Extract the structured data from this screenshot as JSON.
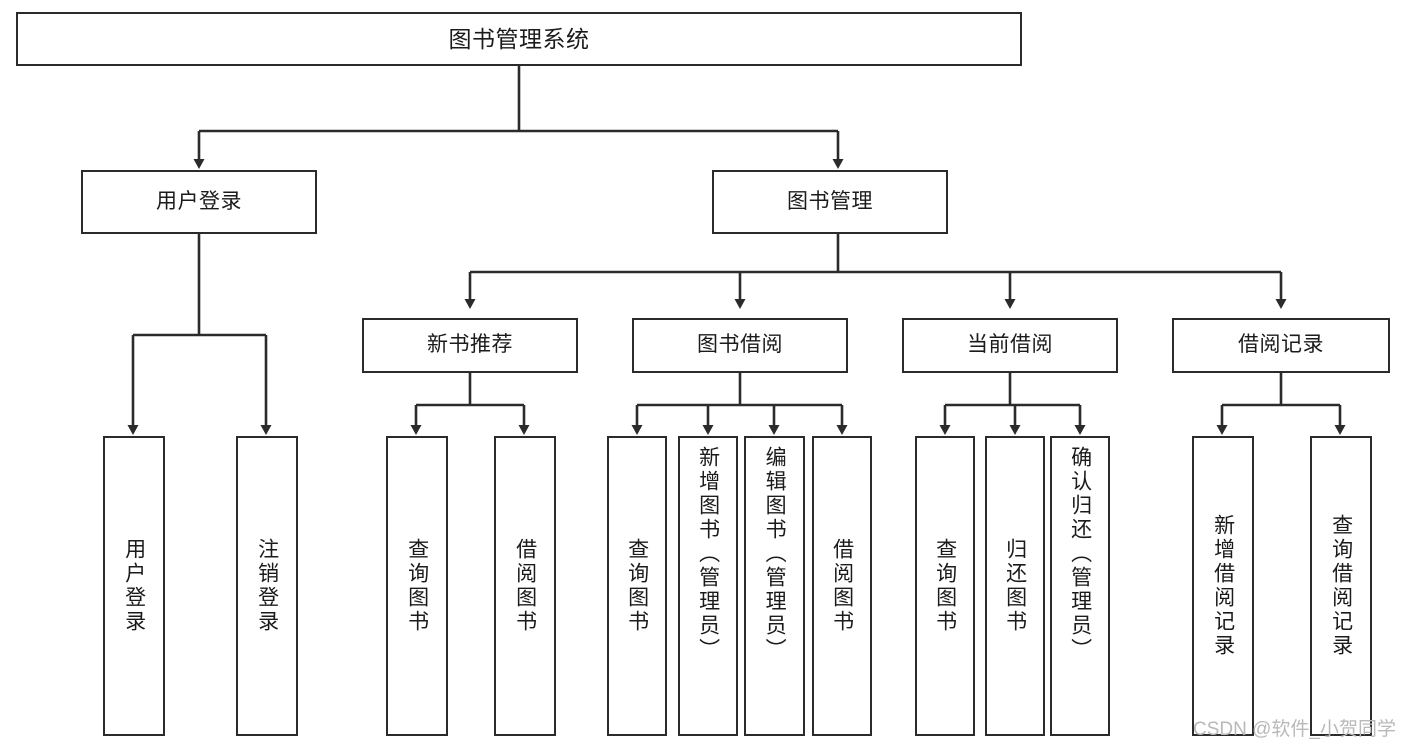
{
  "diagram": {
    "title": "图书管理系统",
    "type": "hierarchy-tree",
    "root": {
      "id": "root",
      "label": "图书管理系统"
    },
    "level2": [
      {
        "id": "user-login",
        "label": "用户登录"
      },
      {
        "id": "book-manage",
        "label": "图书管理"
      }
    ],
    "level3": [
      {
        "id": "new-book-rec",
        "label": "新书推荐",
        "parent": "book-manage"
      },
      {
        "id": "book-borrow",
        "label": "图书借阅",
        "parent": "book-manage"
      },
      {
        "id": "current-borrow",
        "label": "当前借阅",
        "parent": "book-manage"
      },
      {
        "id": "borrow-record",
        "label": "借阅记录",
        "parent": "book-manage"
      }
    ],
    "leaves": [
      {
        "id": "leaf-user-login",
        "label": "用户登录",
        "parent": "user-login"
      },
      {
        "id": "leaf-logout-login",
        "label": "注销登录",
        "parent": "user-login"
      },
      {
        "id": "leaf-query-book-1",
        "label": "查询图书",
        "parent": "new-book-rec"
      },
      {
        "id": "leaf-borrow-book-1",
        "label": "借阅图书",
        "parent": "new-book-rec"
      },
      {
        "id": "leaf-query-book-2",
        "label": "查询图书",
        "parent": "book-borrow"
      },
      {
        "id": "leaf-add-book",
        "label": "新增图书（管理员）",
        "parent": "book-borrow"
      },
      {
        "id": "leaf-edit-book",
        "label": "编辑图书（管理员）",
        "parent": "book-borrow"
      },
      {
        "id": "leaf-borrow-book-2",
        "label": "借阅图书",
        "parent": "book-borrow"
      },
      {
        "id": "leaf-query-book-3",
        "label": "查询图书",
        "parent": "current-borrow"
      },
      {
        "id": "leaf-return-book",
        "label": "归还图书",
        "parent": "current-borrow"
      },
      {
        "id": "leaf-confirm-return",
        "label": "确认归还（管理员）",
        "parent": "current-borrow"
      },
      {
        "id": "leaf-add-record",
        "label": "新增借阅记录",
        "parent": "borrow-record"
      },
      {
        "id": "leaf-query-record",
        "label": "查询借阅记录",
        "parent": "borrow-record"
      }
    ],
    "colors": {
      "stroke": "#2b2b2b",
      "fill": "#ffffff",
      "text": "#1b1b1b",
      "watermark": "#b9b9b9"
    }
  },
  "watermark": {
    "text": "CSDN @软件_小贺同学"
  }
}
